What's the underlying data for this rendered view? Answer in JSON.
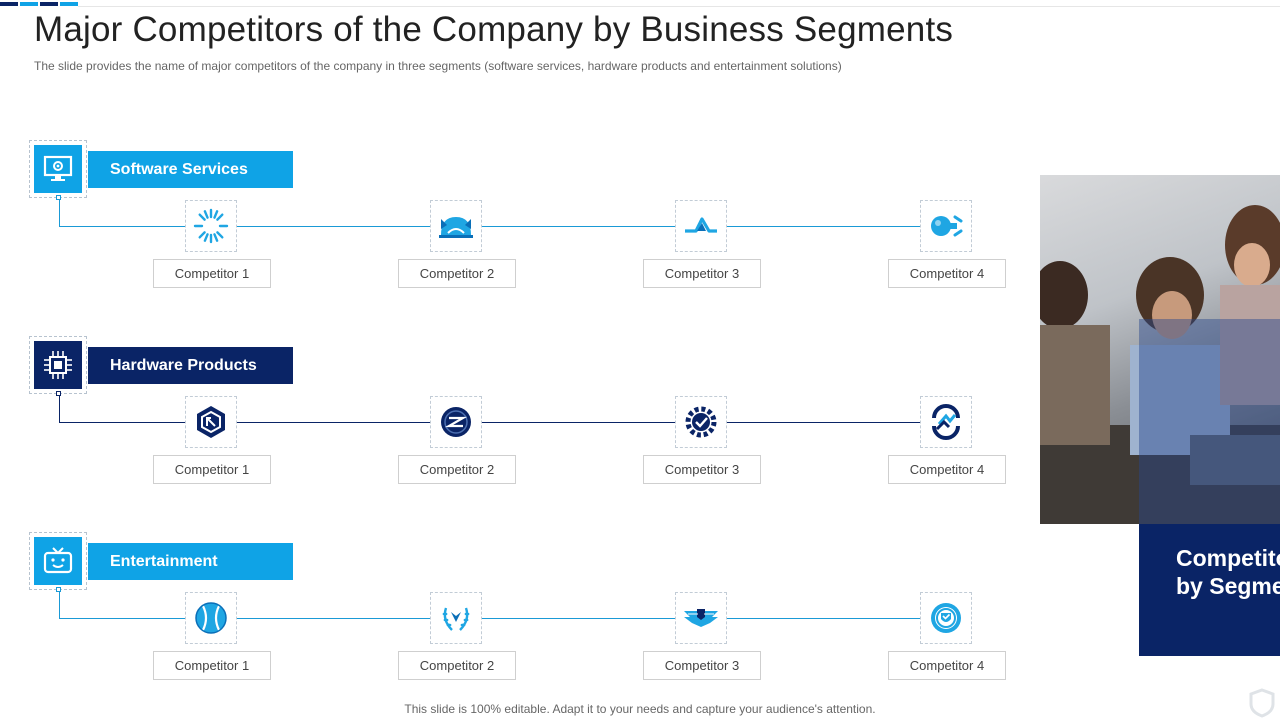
{
  "title": "Major Competitors of the Company by Business Segments",
  "subtitle": "The slide provides the name of major competitors of the company in three segments (software services, hardware products and entertainment solutions)",
  "colors": {
    "light_blue": "#0fa3e6",
    "navy": "#0a2466",
    "line_blue": "#1a9ad6"
  },
  "segments": [
    {
      "label": "Software Services",
      "icon": "monitor-gear-icon",
      "competitors": [
        "Competitor  1",
        "Competitor  2",
        "Competitor  3",
        "Competitor  4"
      ],
      "logos": [
        "starburst-logo-icon",
        "dome-logo-icon",
        "peak-logo-icon",
        "plug-logo-icon"
      ]
    },
    {
      "label": "Hardware Products",
      "icon": "cpu-chip-icon",
      "competitors": [
        "Competitor  1",
        "Competitor  2",
        "Competitor  3",
        "Competitor  4"
      ],
      "logos": [
        "hexagon-logo-icon",
        "circle-z-logo-icon",
        "gear-check-logo-icon",
        "swirl-logo-icon"
      ]
    },
    {
      "label": "Entertainment",
      "icon": "tv-smile-icon",
      "competitors": [
        "Competitor  1",
        "Competitor  2",
        "Competitor  3",
        "Competitor  4"
      ],
      "logos": [
        "ball-logo-icon",
        "laurel-logo-icon",
        "wings-logo-icon",
        "shield-circle-logo-icon"
      ]
    }
  ],
  "side_panel": {
    "heading_line1": "Competitors",
    "heading_line2": "by Segments"
  },
  "footer": "This slide is 100% editable. Adapt it to your needs and capture your audience's attention."
}
